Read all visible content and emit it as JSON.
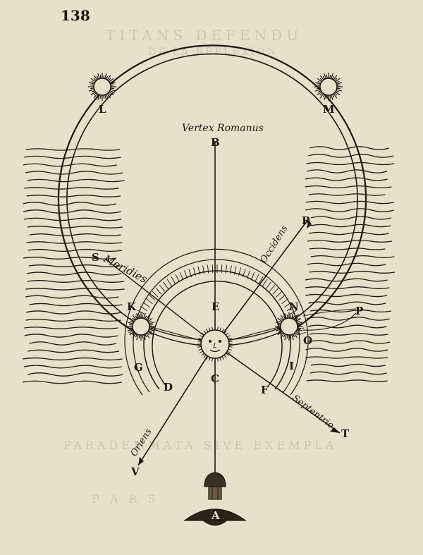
{
  "page_number": "138",
  "show_through": {
    "title": "TITANS DEFENDU",
    "subtitle": "DE LA REFLEXION",
    "lower_1": "PARADEMMATA SIVE EXEMPLA",
    "lower_2": "P A R S"
  },
  "labels": {
    "A": "A",
    "B": "B",
    "C": "C",
    "D": "D",
    "E": "E",
    "F": "F",
    "G": "G",
    "I": "I",
    "K": "K",
    "L": "L",
    "M": "M",
    "N": "N",
    "O": "O",
    "P": "P",
    "R": "R",
    "S": "S",
    "T": "T",
    "V": "V"
  },
  "inscriptions": {
    "vertex": "Vertex Romanus",
    "meridies": "Meridies",
    "occidens": "Occidens",
    "oriens": "Oriens",
    "septentrio": "Septentrio"
  },
  "colors": {
    "paper": "#e9e0cc",
    "ink": "#1c160f",
    "show_through": "#b9ae97"
  }
}
